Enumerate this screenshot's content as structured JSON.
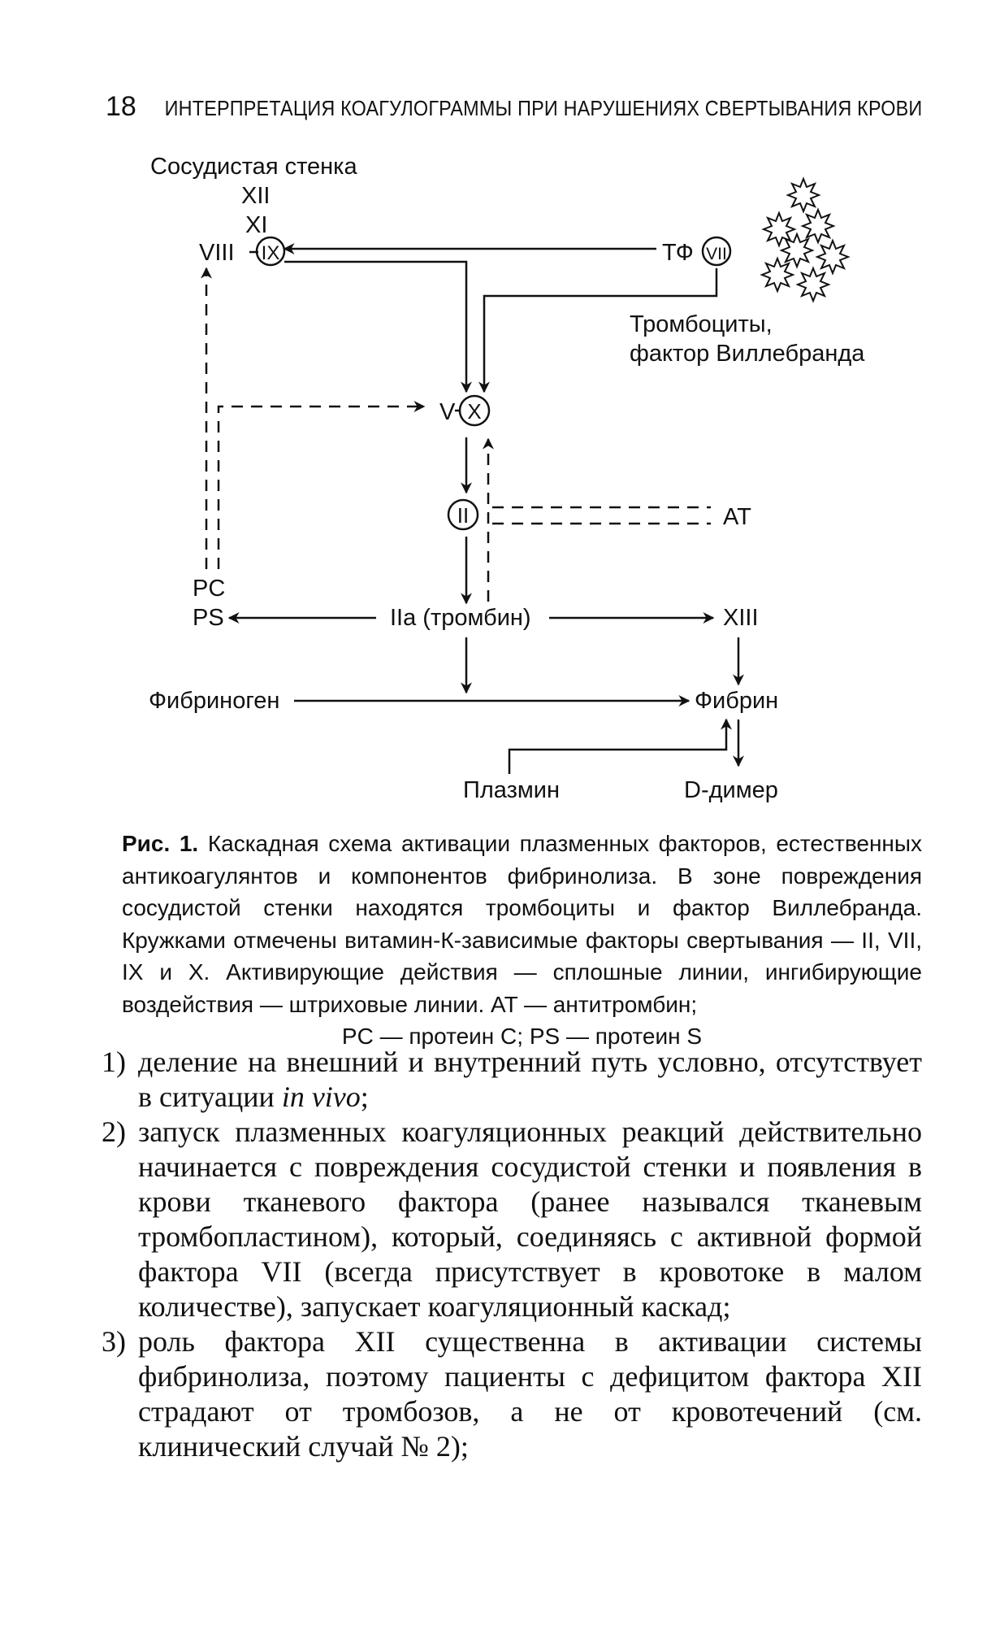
{
  "header": {
    "page_number": "18",
    "running_title": "ИНТЕРПРЕТАЦИЯ КОАГУЛОГРАММЫ ПРИ НАРУШЕНИЯХ СВЕРТЫВАНИЯ КРОВИ"
  },
  "diagram": {
    "vessel_wall": "Сосудистая стенка",
    "factor_xii": "XII",
    "factor_xi": "XI",
    "factor_viii": "VIII",
    "factor_ix": "IX",
    "tissue_factor": "ТФ",
    "factor_vii": "VII",
    "platelets_line1": "Тромбоциты,",
    "platelets_line2": "фактор Виллебранда",
    "factor_v": "V",
    "factor_x": "X",
    "factor_ii": "II",
    "antithrombin": "AT",
    "protein_c": "PC",
    "protein_s": "PS",
    "thrombin": "IIa (тромбин)",
    "factor_xiii": "XIII",
    "fibrinogen": "Фибриноген",
    "fibrin": "Фибрин",
    "plasmin": "Плазмин",
    "d_dimer": "D-димер"
  },
  "caption": {
    "label": "Рис. 1.",
    "text": "Каскадная схема активации плазменных факторов, естественных антикоагулянтов и компонентов фибринолиза. В зоне повреждения сосудистой стенки находятся тромбоциты и фактор Виллебранда. Кружками отмечены витамин-К-зависимые факторы свертывания — II, VII, IX и X. Активирующие действия — сплошные линии, ингибирующие воздействия — штриховые линии. AT — антитромбин;",
    "last_line": "PC — протеин C; PS — протеин S"
  },
  "list": [
    {
      "num": "1)",
      "text_before": "деление на внешний и внутренний путь условно, отсутствует в ситуации ",
      "italic": "in vivo",
      "text_after": ";"
    },
    {
      "num": "2)",
      "text_before": "запуск плазменных коагуляционных реакций действительно начинается с повреждения сосудистой стенки и появления в крови тканевого фактора (ранее назывался тканевым тромбопластином), который, соединяясь с активной формой фактора VII (всегда присутствует в кровотоке в малом количестве), запускает коагуляционный каскад;",
      "italic": "",
      "text_after": ""
    },
    {
      "num": "3)",
      "text_before": "роль фактора XII существенна в активации системы фибринолиза, поэтому пациенты с дефицитом фактора XII страдают от тромбозов, а не от кровотечений (см. клинический случай № 2);",
      "italic": "",
      "text_after": ""
    }
  ]
}
